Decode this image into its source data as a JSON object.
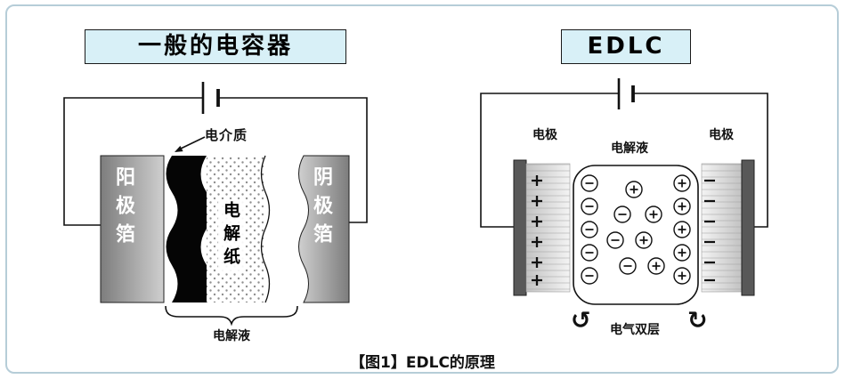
{
  "caption": "【图1】EDLC的原理",
  "colors": {
    "title_box_bg": "#d8f0f7",
    "outer_border": "#b6cdd8",
    "electrode_gray": "#7d7d7d",
    "ink": "#111111"
  },
  "left_diagram": {
    "title": "一般的电容器",
    "dielectric_label": "电介质",
    "anode_label": "阳极箔",
    "paper_label": "电解纸",
    "cathode_label": "阴极箔",
    "electrolyte_label": "电解液"
  },
  "right_diagram": {
    "title": "EDLC",
    "electrode_left_label": "电极",
    "electrolyte_label": "电解液",
    "electrode_right_label": "电极",
    "double_layer_label": "电气双层",
    "arrow_left_icon": "↺",
    "arrow_right_icon": "↻"
  }
}
